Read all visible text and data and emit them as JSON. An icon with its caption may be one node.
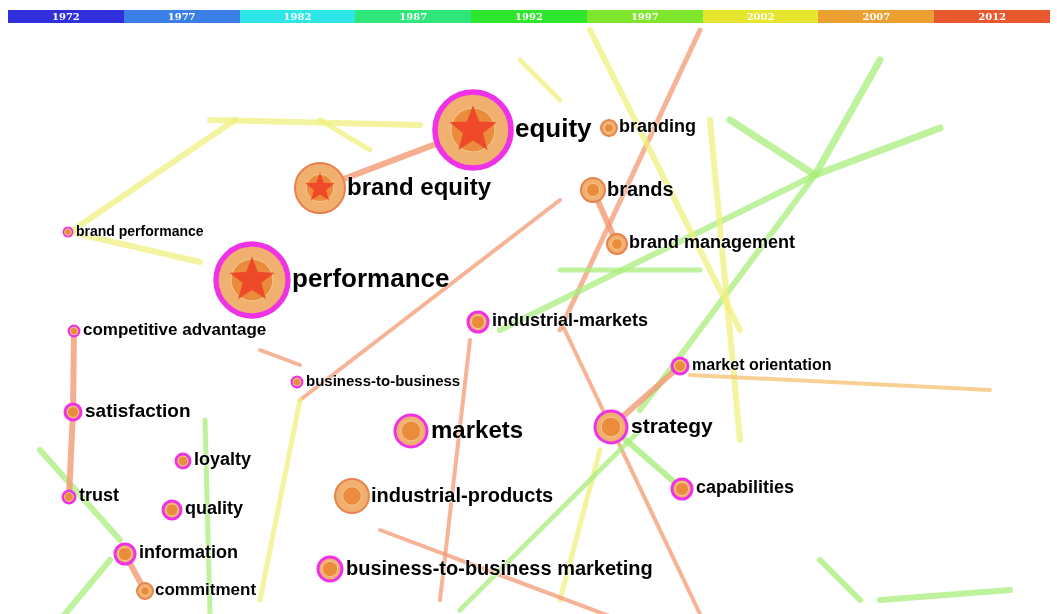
{
  "diagram": {
    "nodes": [
      {
        "text": [
          "equity"
        ]
      },
      {
        "text": [
          "branding"
        ]
      },
      {
        "text": [
          "brand equity"
        ]
      },
      {
        "text": [
          "brands"
        ]
      },
      {
        "text": [
          "brand performance"
        ]
      },
      {
        "text": [
          "brand management"
        ]
      },
      {
        "text": [
          "performance"
        ]
      },
      {
        "text": [
          "competitive advantage"
        ]
      },
      {
        "text": [
          "industrial-markets"
        ]
      },
      {
        "text": [
          "business-to-business"
        ]
      },
      {
        "text": [
          "market orientation"
        ]
      },
      {
        "text": [
          "satisfaction"
        ]
      },
      {
        "text": [
          "markets"
        ]
      },
      {
        "text": [
          "strategy"
        ]
      },
      {
        "text": [
          "loyalty"
        ]
      },
      {
        "text": [
          "trust"
        ]
      },
      {
        "text": [
          "quality"
        ]
      },
      {
        "text": [
          "industrial-products"
        ]
      },
      {
        "text": [
          "capabilities"
        ]
      },
      {
        "text": [
          "information"
        ]
      },
      {
        "text": [
          "business-to-business marketing"
        ]
      },
      {
        "text": [
          "commitment"
        ]
      }
    ],
    "edges": [
      {
        "from": 13,
        "to": 18,
        "arrow": "none",
        "color": "#a9ee7c"
      },
      {
        "from": 13,
        "to": 10,
        "arrow": "none"
      },
      {
        "from": 3,
        "to": 5,
        "arrow": "none"
      },
      {
        "from": 7,
        "to": 11,
        "arrow": "none"
      },
      {
        "from": 11,
        "to": 15,
        "arrow": "none"
      },
      {
        "from": 19,
        "to": 21,
        "arrow": "none"
      },
      {
        "from": 2,
        "to": 0,
        "arrow": "none"
      }
    ],
    "legend": [
      {
        "text": "1972",
        "color": "#2f2fdc"
      },
      {
        "text": "1977",
        "color": "#3a7fe6"
      },
      {
        "text": "1982",
        "color": "#2ee6e6"
      },
      {
        "text": "1987",
        "color": "#2ee67a"
      },
      {
        "text": "1992",
        "color": "#2ee62e"
      },
      {
        "text": "1997",
        "color": "#7fe62e"
      },
      {
        "text": "2002",
        "color": "#e6e62e"
      },
      {
        "text": "2007",
        "color": "#eca032"
      },
      {
        "text": "2012",
        "color": "#e8582e"
      }
    ]
  }
}
